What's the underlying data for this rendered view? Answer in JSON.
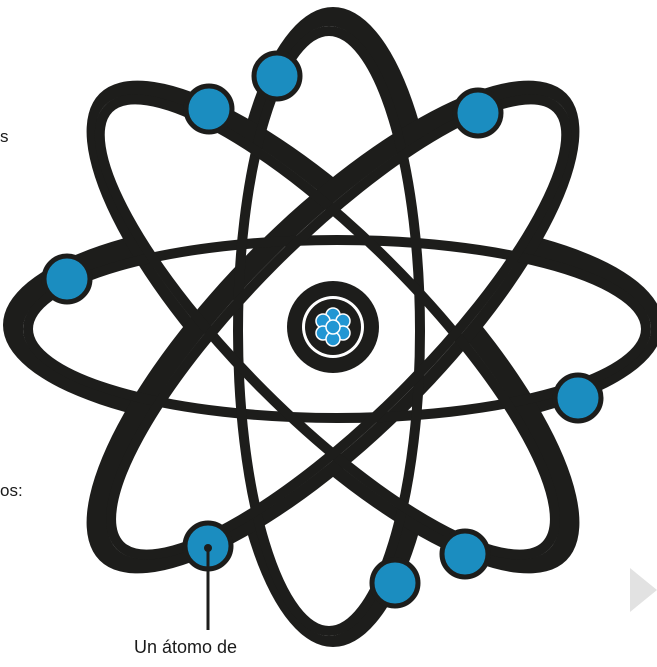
{
  "text": {
    "left_fragment_1": "s",
    "left_fragment_2": "os:",
    "caption": "Un átomo de"
  },
  "colors": {
    "orbit": "#1d1d1b",
    "electron": "#1b8dc0",
    "electron_outline": "#1d1d1b",
    "nucleus": "#2196d3",
    "background": "#ffffff",
    "nav_arrow": "#e2e2e2"
  },
  "icons": {
    "nav": "chevron-right-icon"
  }
}
